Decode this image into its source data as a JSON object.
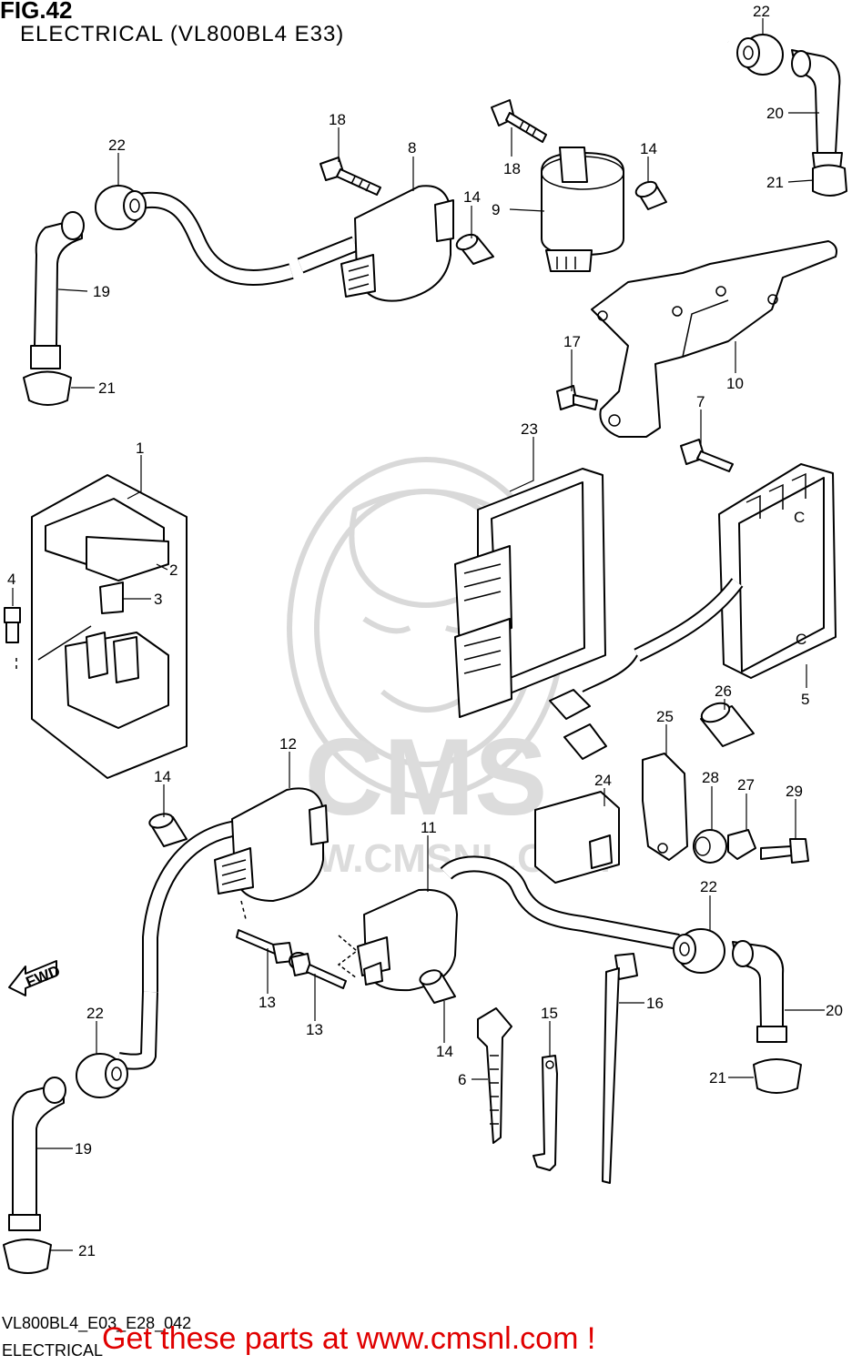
{
  "header": {
    "figure": "FIG.42",
    "title": "ELECTRICAL (VL800BL4 E33)"
  },
  "footer": {
    "code": "VL800BL4_E03_E28_042",
    "section": "ELECTRICAL",
    "cta": "Get these parts at www.cmsnl.com !"
  },
  "watermark": {
    "brand": "CMS",
    "url": "WWW.CMSNL.COM"
  },
  "direction_tag": "FWD",
  "callouts": [
    "22",
    "18",
    "8",
    "14",
    "9",
    "18",
    "14",
    "20",
    "22",
    "21",
    "19",
    "21",
    "17",
    "10",
    "7",
    "1",
    "23",
    "2",
    "4",
    "3",
    "5",
    "26",
    "12",
    "25",
    "14",
    "24",
    "28",
    "27",
    "29",
    "11",
    "22",
    "20",
    "13",
    "13",
    "15",
    "16",
    "22",
    "14",
    "6",
    "21",
    "19",
    "21"
  ],
  "colors": {
    "ink": "#000000",
    "cta": "#e00000",
    "watermark": "#d9d9d9"
  }
}
